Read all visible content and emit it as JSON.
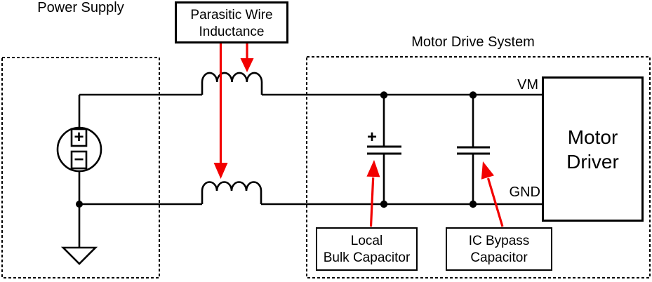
{
  "colors": {
    "wire": "#000000",
    "arrow": "#f20000",
    "background": "#ffffff"
  },
  "sections": {
    "power_supply": {
      "label": "Power Supply"
    },
    "motor_drive_system": {
      "label": "Motor Drive System"
    }
  },
  "callouts": {
    "parasitic_inductance": {
      "line1": "Parasitic Wire",
      "line2": "Inductance"
    },
    "local_bulk_capacitor": {
      "line1": "Local",
      "line2": "Bulk Capacitor"
    },
    "ic_bypass_capacitor": {
      "line1": "IC Bypass",
      "line2": "Capacitor"
    }
  },
  "components": {
    "motor_driver": {
      "line1": "Motor",
      "line2": "Driver"
    },
    "voltage_source": {
      "plus": "+",
      "minus": "−"
    },
    "bulk_capacitor": {
      "polarity": "+"
    }
  },
  "pins": {
    "vm": "VM",
    "gnd": "GND"
  }
}
